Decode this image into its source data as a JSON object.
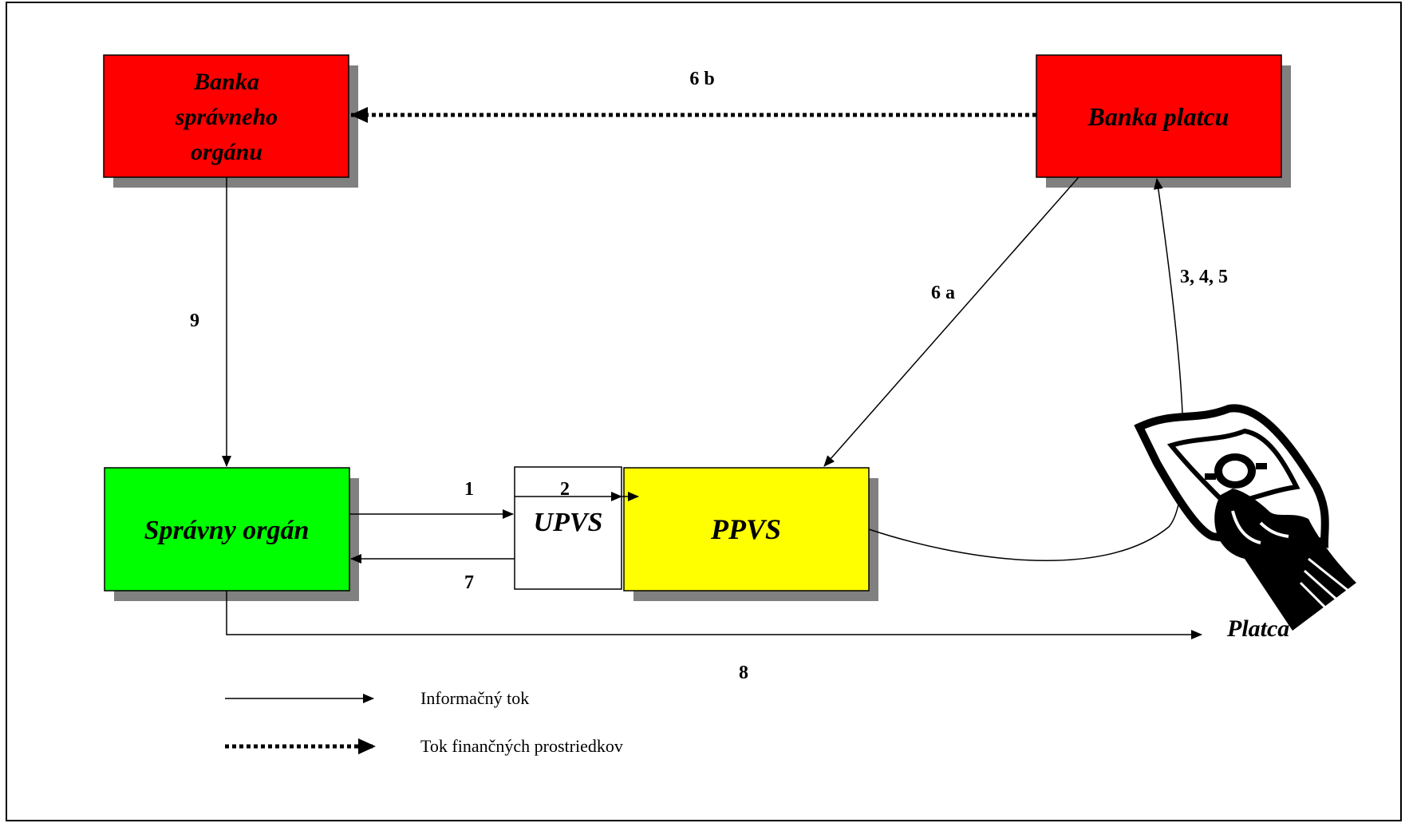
{
  "boxes": {
    "bank_authority": {
      "lines": [
        "Banka",
        "správneho",
        "orgánu"
      ],
      "color": "#ff0000"
    },
    "bank_payer": {
      "label": "Banka platcu",
      "color": "#ff0000"
    },
    "authority": {
      "label": "Správny orgán",
      "color": "#00ff00"
    },
    "upvs": {
      "label": "UPVS",
      "color": "#ffffff"
    },
    "ppvs": {
      "label": "PPVS",
      "color": "#ffff00"
    }
  },
  "payer_label": "Platca",
  "flow_numbers": {
    "n1": "1",
    "n2": "2",
    "n345": "3, 4, 5",
    "n6a": "6 a",
    "n6b": "6 b",
    "n7": "7",
    "n8": "8",
    "n9": "9"
  },
  "legend": {
    "info_flow": "Informačný tok",
    "money_flow": "Tok finančných prostriedkov"
  },
  "icons": {
    "payer": "hand-holding-banknote-icon"
  }
}
